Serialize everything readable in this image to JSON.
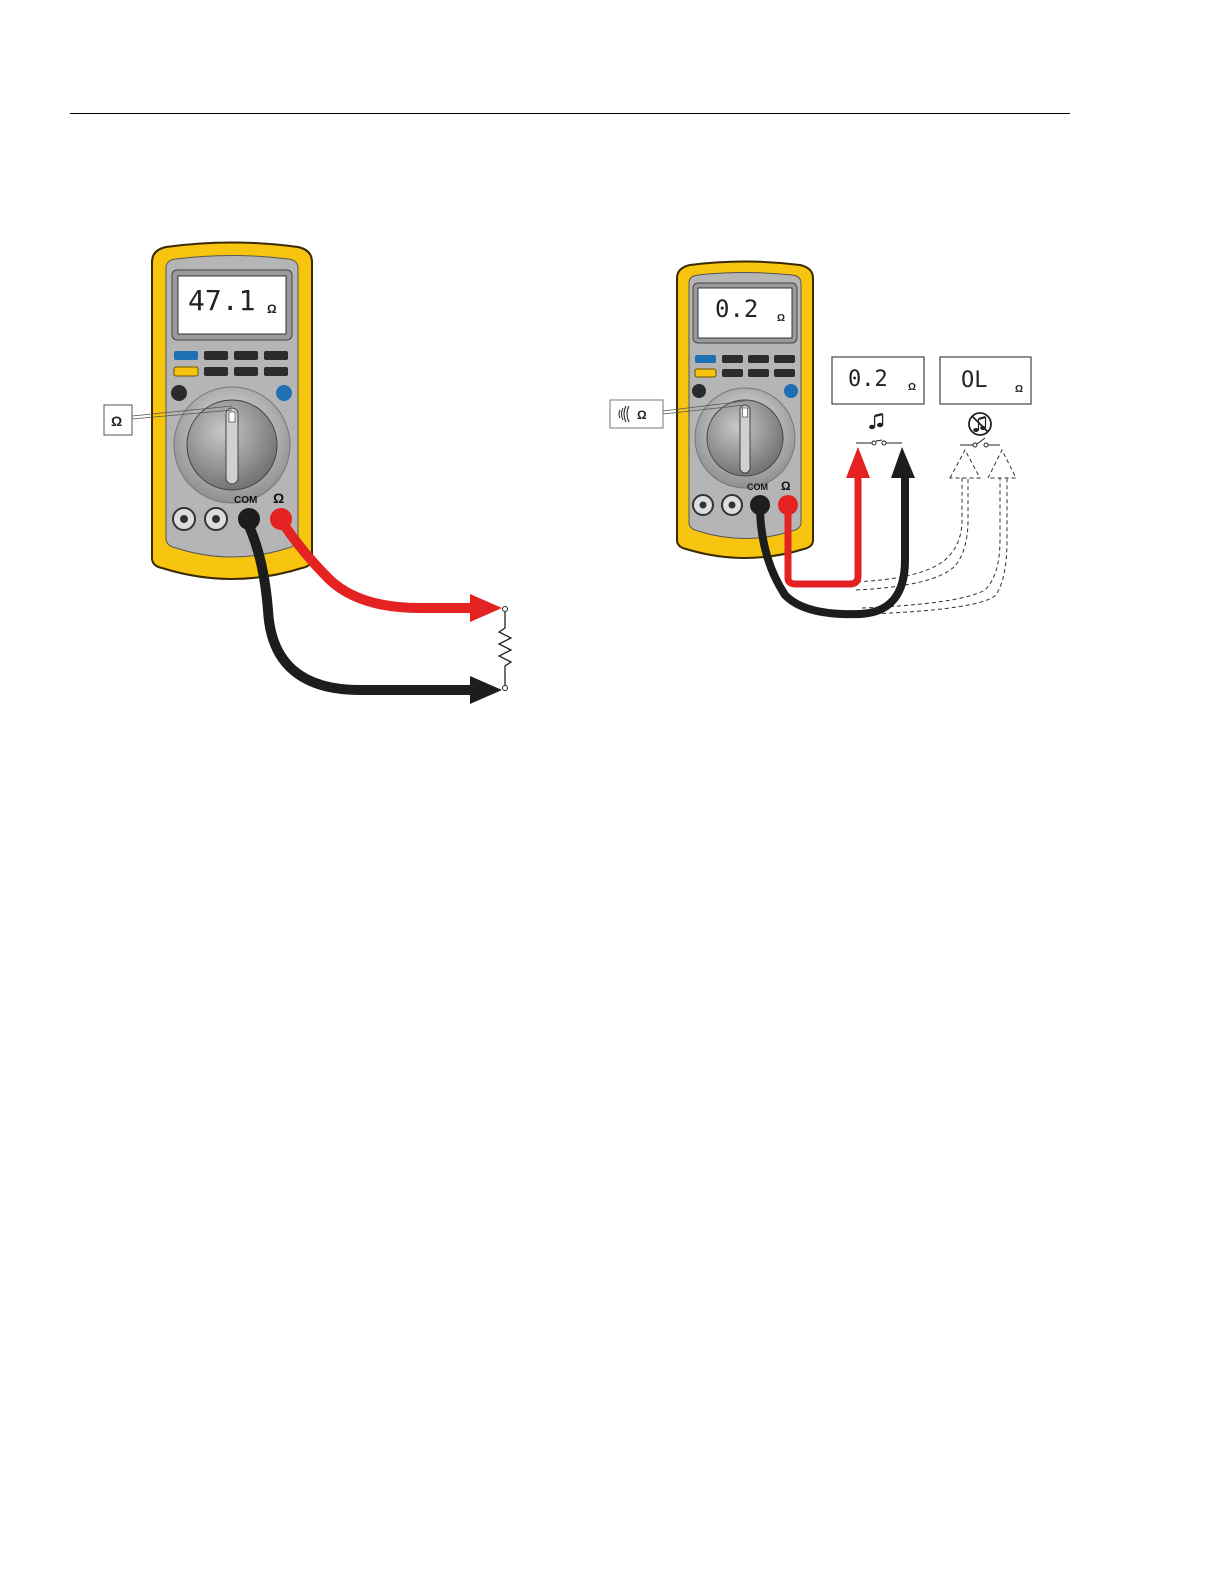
{
  "colors": {
    "case_yellow": "#f7c40f",
    "panel_gray": "#b5b5b5",
    "lead_red": "#e32221",
    "lead_black": "#1d1d1b",
    "button_blue": "#1f6fb4",
    "button_yellow": "#f7c40f"
  },
  "meter_left": {
    "display_value": "47.1",
    "display_unit": "Ω",
    "selector_label": "Ω",
    "com_label": "COM",
    "ohm_jack_label": "Ω"
  },
  "meter_right": {
    "display_value": "0.2",
    "display_unit": "Ω",
    "selector_label": "Ω",
    "selector_icon": "continuity-beeper-icon",
    "com_label": "COM",
    "ohm_jack_label": "Ω"
  },
  "result_closed": {
    "display_value": "0.2",
    "display_unit": "Ω",
    "icon": "music-note-icon",
    "switch_icon": "closed-switch-icon"
  },
  "result_open": {
    "display_value": "OL",
    "display_unit": "Ω",
    "icon": "no-beep-icon",
    "switch_icon": "open-switch-icon"
  },
  "resistor_icon": "resistor-icon"
}
